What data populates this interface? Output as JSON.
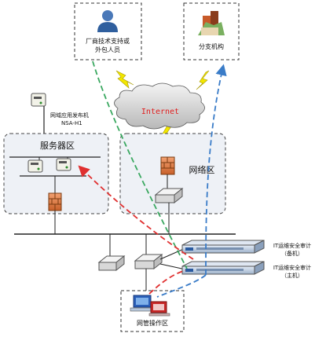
{
  "nodes": {
    "vendor": "厂商技术支持或\n外包人员",
    "branch": "分支机构",
    "internet": "Internet",
    "web_publisher_line1": "网域应用发布机",
    "web_publisher_line2": "NSA-H1",
    "server_zone": "服务器区",
    "network_zone": "网络区",
    "audit_backup_line1": "IT运维安全审计",
    "audit_backup_line2": "（备机）",
    "audit_main_line1": "IT运维安全审计",
    "audit_main_line2": "（主机）",
    "ops_zone": "网管操作区"
  },
  "colors": {
    "green_path": "#3aa860",
    "red_path": "#e03030",
    "blue_path": "#3a7cc8",
    "internet_text": "#e02020",
    "zone_fill": "#eef1f6",
    "lightning": "#f2e600"
  },
  "icons": [
    "user-icon",
    "building-icon",
    "cloud-icon",
    "server-icon",
    "firewall-icon",
    "switch-icon",
    "audit-appliance-icon",
    "monitor-icon",
    "lightning-icon"
  ]
}
